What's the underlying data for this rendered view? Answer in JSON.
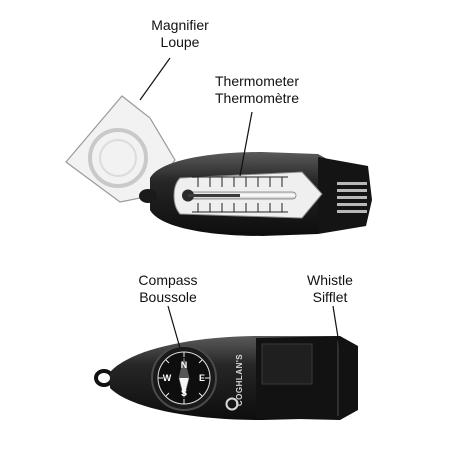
{
  "labels": {
    "magnifier": {
      "line1": "Magnifier",
      "line2": "Loupe"
    },
    "thermometer": {
      "line1": "Thermometer",
      "line2": "Thermomètre"
    },
    "compass": {
      "line1": "Compass",
      "line2": "Boussole"
    },
    "whistle": {
      "line1": "Whistle",
      "line2": "Sifflet"
    }
  },
  "compass_letters": {
    "n": "N",
    "e": "E",
    "s": "S",
    "w": "W"
  },
  "brand": "COGHLAN'S"
}
